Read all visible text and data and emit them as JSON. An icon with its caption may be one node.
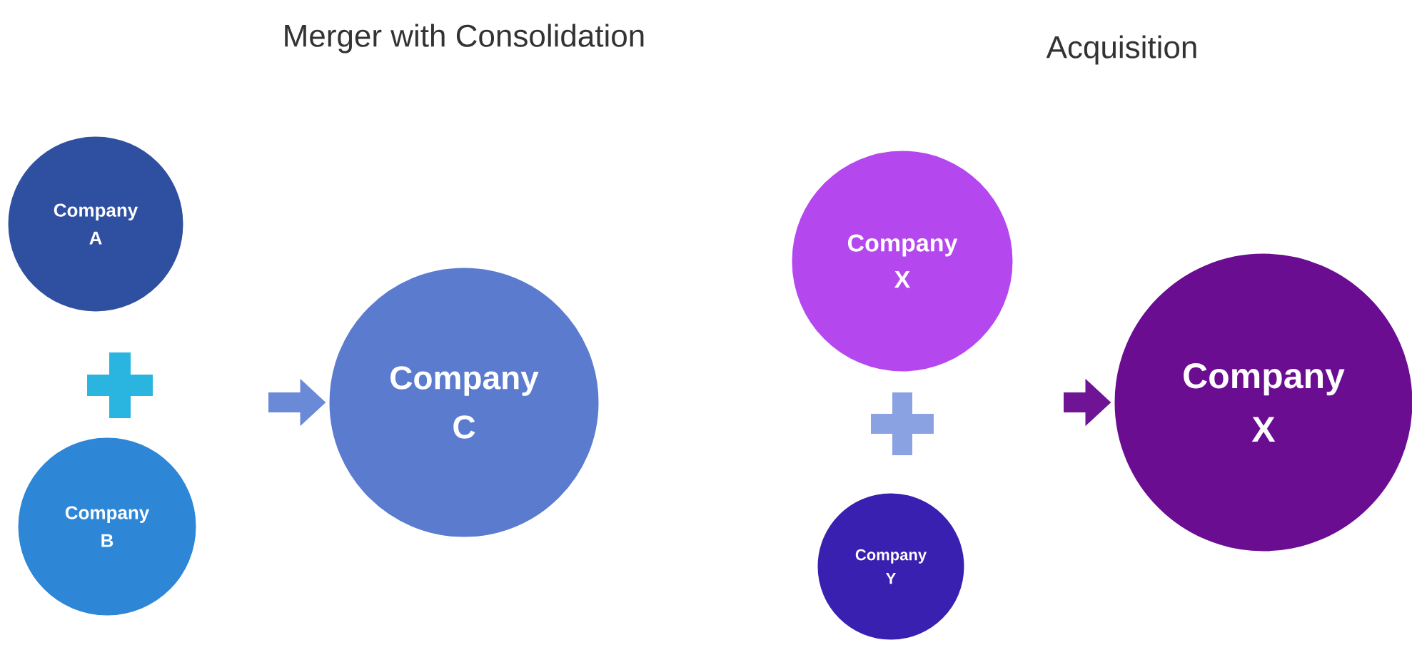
{
  "diagram": {
    "nodes": [
      {
        "text": [
          "Company A"
        ]
      },
      {
        "text": [
          "Company B"
        ]
      },
      {
        "text": [
          "Company C"
        ]
      },
      {
        "text": [
          "Company X"
        ]
      },
      {
        "text": [
          "Company Y"
        ]
      },
      {
        "text": [
          "Company X"
        ]
      }
    ],
    "edges": [
      {
        "from": null,
        "to": 2,
        "arrow": "to"
      },
      {
        "from": null,
        "to": 5,
        "arrow": "to",
        "color": "#6e1494"
      }
    ],
    "labels": [
      "Merger with Consolidation",
      "Acquisition"
    ]
  }
}
